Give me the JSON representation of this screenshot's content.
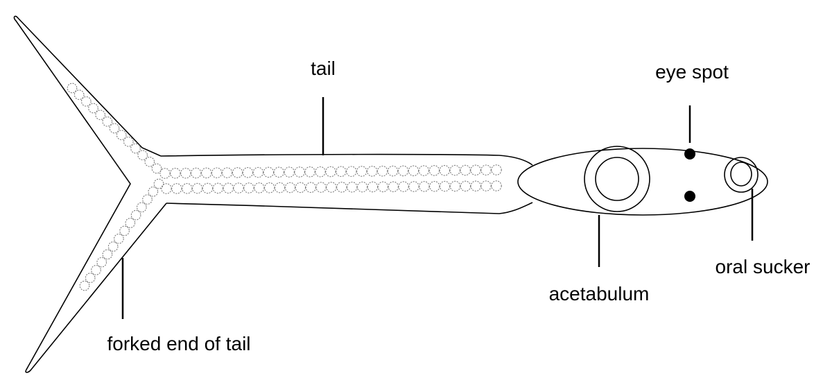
{
  "labels": {
    "tail": "tail",
    "eye_spot": "eye spot",
    "acetabulum": "acetabulum",
    "oral_sucker": "oral sucker",
    "forked_end": "forked end of tail"
  },
  "colors": {
    "outline": "#000000",
    "granules": "#7a7a7a",
    "eye_spot": "#000000",
    "background": "#ffffff"
  }
}
